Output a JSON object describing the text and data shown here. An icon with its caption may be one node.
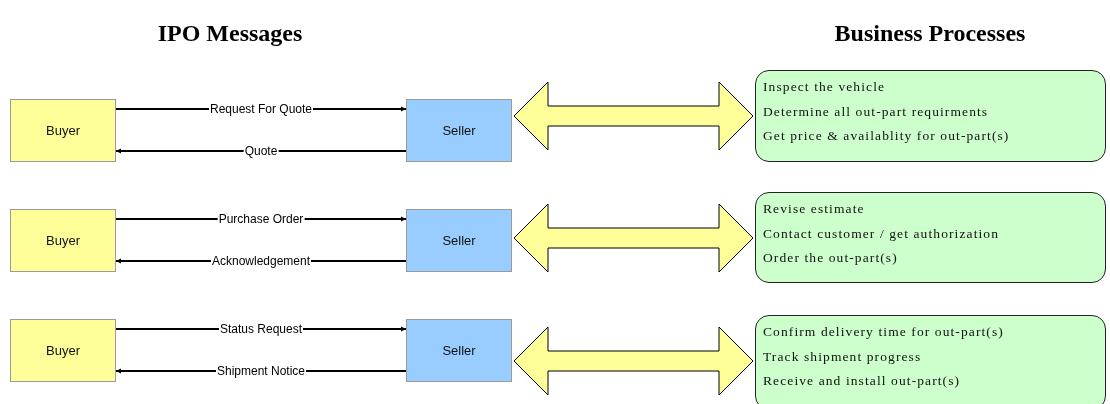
{
  "diagram": {
    "nodes": [
      {
        "text": [
          "Buyer"
        ]
      },
      {
        "text": [
          "Seller"
        ]
      },
      {
        "text": [
          "Inspect the vehicle",
          "Determine all out-part requirments",
          "Get price & availablity for out-part(s)"
        ]
      },
      {
        "text": [
          "Buyer"
        ]
      },
      {
        "text": [
          "Seller"
        ]
      },
      {
        "text": [
          "Revise estimate",
          "Contact customer / get authorization",
          "Order the out-part(s)"
        ]
      },
      {
        "text": [
          "Buyer"
        ]
      },
      {
        "text": [
          "Seller"
        ]
      },
      {
        "text": [
          "Confirm delivery time for out-part(s)",
          "Track shipment progress",
          "Receive and install out-part(s)"
        ]
      }
    ],
    "edges": [
      {
        "from": 0,
        "to": 1,
        "arrow": "to",
        "label": "Request For Quote"
      },
      {
        "from": 1,
        "to": 0,
        "arrow": "to",
        "label": "Quote"
      },
      {
        "from": 1,
        "to": 2,
        "arrow": "both",
        "style": "thick",
        "color": "#ffff99"
      },
      {
        "from": 3,
        "to": 4,
        "arrow": "to",
        "label": "Purchase Order"
      },
      {
        "from": 4,
        "to": 3,
        "arrow": "to",
        "label": "Acknowledgement"
      },
      {
        "from": 4,
        "to": 5,
        "arrow": "both",
        "style": "thick",
        "color": "#ffff99"
      },
      {
        "from": 6,
        "to": 7,
        "arrow": "to",
        "label": "Status Request"
      },
      {
        "from": 7,
        "to": 6,
        "arrow": "to",
        "label": "Shipment Notice"
      },
      {
        "from": 7,
        "to": 8,
        "arrow": "both",
        "style": "thick",
        "color": "#ffff99"
      }
    ],
    "labels": [
      "IPO Messages",
      "Business Processes"
    ]
  }
}
